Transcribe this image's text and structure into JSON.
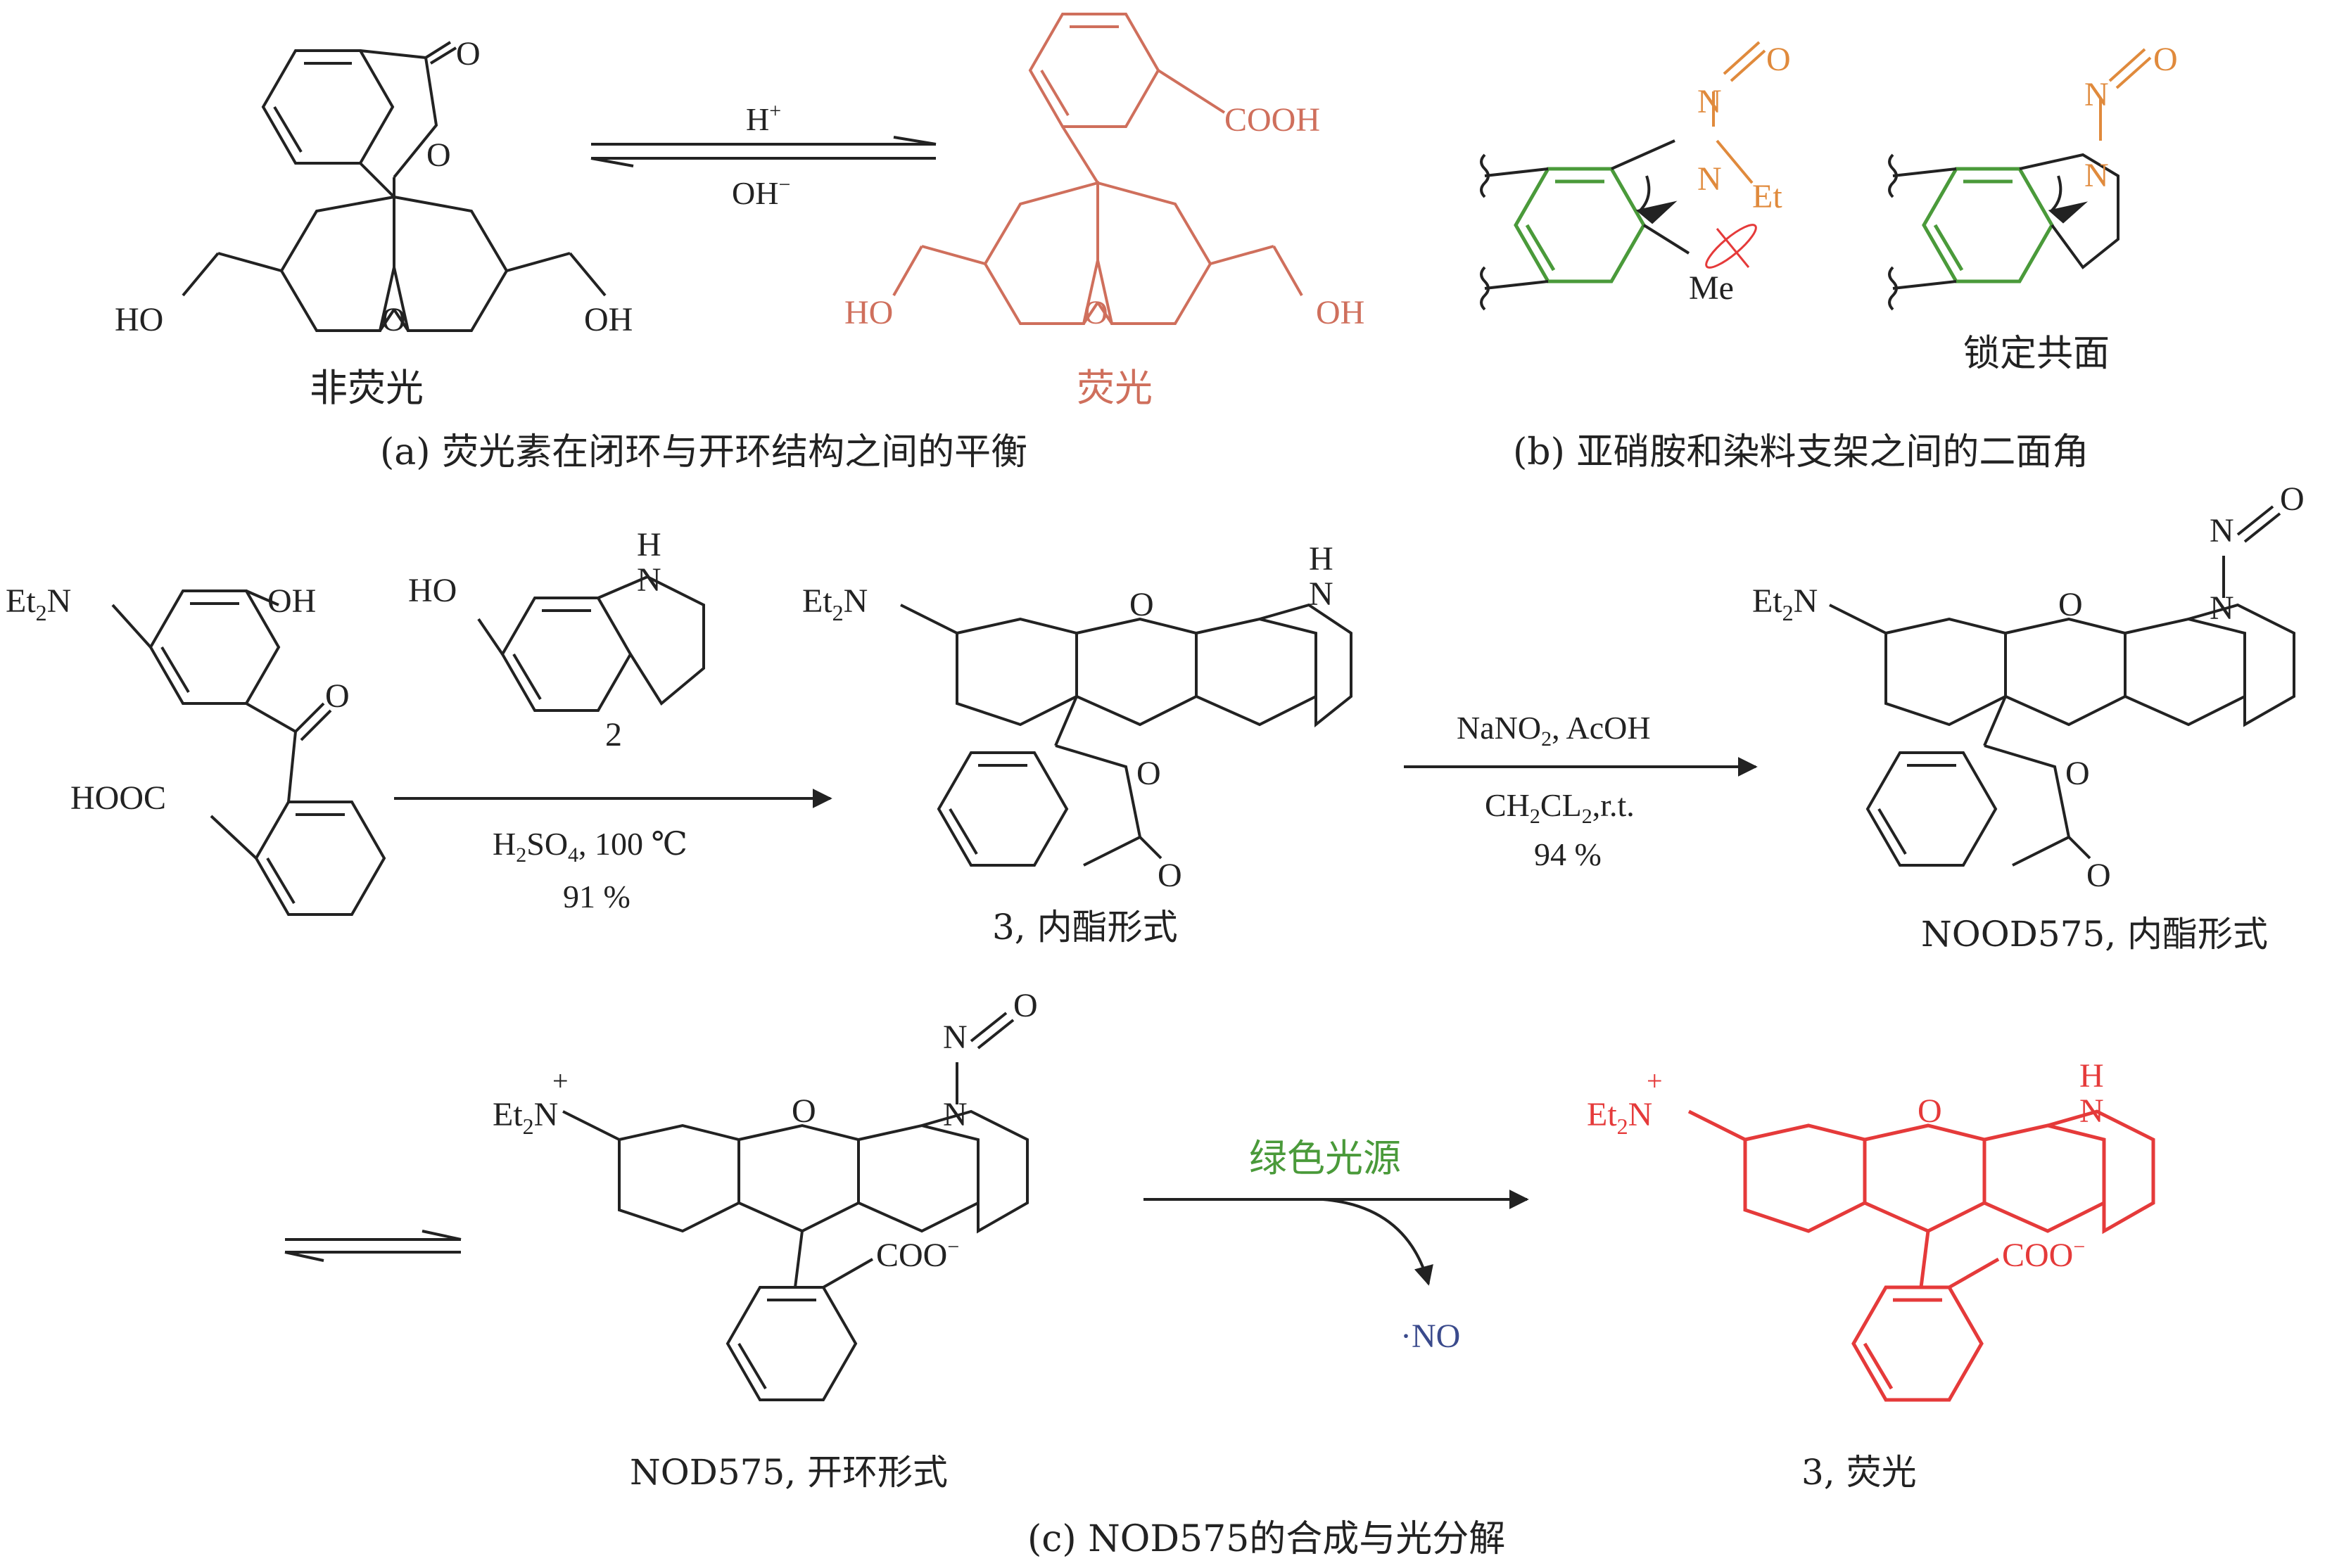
{
  "colors": {
    "black": "#222222",
    "salmon": "#cf6f5c",
    "orange": "#e08a3c",
    "green": "#4a9a3a",
    "red": "#e53a3a",
    "navy": "#3a4a8c"
  },
  "panel_a": {
    "left": {
      "carbonyl_o": "O",
      "ring_o": "O",
      "bridge_o": "O",
      "oh_left": "HO",
      "oh_right": "OH",
      "caption": "非荧光"
    },
    "arrow_top": "H",
    "arrow_top_sup": "+",
    "arrow_bottom": "OH",
    "arrow_bottom_sup": "−",
    "right": {
      "acid": "COOH",
      "bridge_o": "O",
      "oh_left": "HO",
      "oh_right": "OH",
      "caption": "荧光"
    },
    "title": "(a) 荧光素在闭环与开环结构之间的平衡"
  },
  "panel_b": {
    "left": {
      "n_top": "N",
      "o_top": "O",
      "n_mid": "N",
      "et": "Et",
      "me": "Me"
    },
    "right": {
      "n_top": "N",
      "o_top": "O",
      "n_ring": "N",
      "caption": "锁定共面"
    },
    "title": "(b) 亚硝胺和染料支架之间的二面角"
  },
  "panel_c": {
    "reactant1": {
      "amine": "Et",
      "amine_sub": "2",
      "amine_n": "N",
      "oh": "OH",
      "ketone_o": "O",
      "acid": "HOOC"
    },
    "reactant2": {
      "ho": "HO",
      "nh_h": "H",
      "nh_n": "N",
      "label": "2"
    },
    "arrow1": {
      "below1": "H",
      "below1_sub": "2",
      "below1_mid": "SO",
      "below1_sub2": "4",
      "below1_end": ", 100 ℃",
      "below2": "91 %"
    },
    "compound3": {
      "amine": "Et",
      "amine_sub": "2",
      "amine_n": "N",
      "xo": "O",
      "nh_h": "H",
      "nh_n": "N",
      "lactone_o": "O",
      "carbonyl_o": "O",
      "caption": "3, 内酯形式"
    },
    "arrow2": {
      "above": "NaNO",
      "above_sub": "2",
      "above_end": ", AcOH",
      "below1": "CH",
      "below1_sub": "2",
      "below1_mid": "CL",
      "below1_sub2": "2",
      "below1_end": ",r.t.",
      "below2": "94 %"
    },
    "nood": {
      "amine": "Et",
      "amine_sub": "2",
      "amine_n": "N",
      "xo": "O",
      "nitroso_o": "O",
      "nitroso_n": "N",
      "ring_n": "N",
      "lactone_o": "O",
      "carbonyl_o": "O",
      "caption": "NOOD575, 内酯形式"
    },
    "nod": {
      "amine": "Et",
      "amine_sub": "2",
      "amine_n": "N",
      "plus": "+",
      "xo": "O",
      "nitroso_o": "O",
      "nitroso_n": "N",
      "ring_n": "N",
      "coo": "COO",
      "coo_sup": "−",
      "caption": "NOD575, 开环形式"
    },
    "arrow3": {
      "above": "绿色光源",
      "product": "·NO"
    },
    "product3": {
      "amine": "Et",
      "amine_sub": "2",
      "amine_n": "N",
      "plus": "+",
      "xo": "O",
      "nh_h": "H",
      "nh_n": "N",
      "coo": "COO",
      "coo_sup": "−",
      "caption": "3, 荧光"
    },
    "title": "(c) NOD575的合成与光分解"
  }
}
